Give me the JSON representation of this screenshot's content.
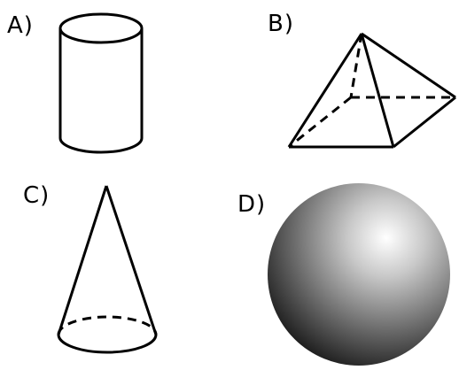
{
  "figure": {
    "shapes": [
      {
        "label": "A)",
        "shape": "cylinder"
      },
      {
        "label": "B)",
        "shape": "pyramid"
      },
      {
        "label": "C)",
        "shape": "cone"
      },
      {
        "label": "D)",
        "shape": "sphere"
      }
    ],
    "colors": {
      "stroke": "#000000",
      "sphere_highlight": "#ffffff",
      "sphere_shadow": "#000000",
      "background": "#ffffff"
    }
  }
}
